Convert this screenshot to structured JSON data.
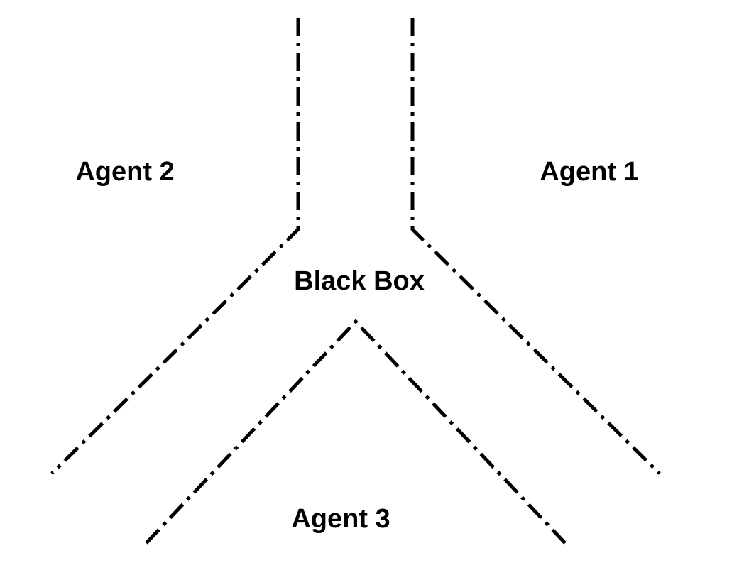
{
  "diagram": {
    "labels": {
      "agent_2": "Agent 2",
      "agent_1": "Agent 1",
      "center": "Black Box",
      "agent_3": "Agent 3"
    },
    "line_color": "#000000",
    "line_style": "dash-dot"
  }
}
